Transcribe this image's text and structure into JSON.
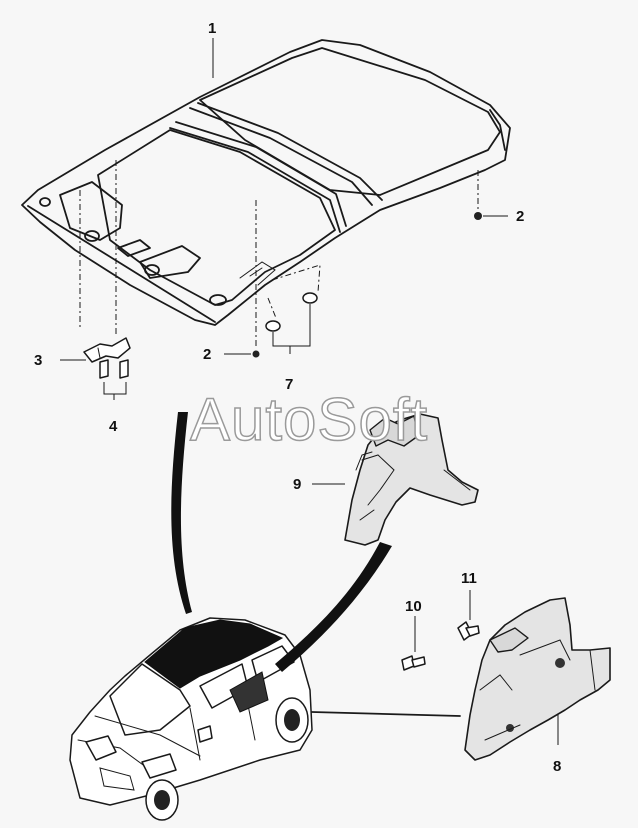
{
  "watermark": "AutoSoft",
  "callouts": [
    {
      "id": "c1",
      "label": "1"
    },
    {
      "id": "c2a",
      "label": "2"
    },
    {
      "id": "c2b",
      "label": "2"
    },
    {
      "id": "c3",
      "label": "3"
    },
    {
      "id": "c4",
      "label": "4"
    },
    {
      "id": "c7",
      "label": "7"
    },
    {
      "id": "c8",
      "label": "8"
    },
    {
      "id": "c9",
      "label": "9"
    },
    {
      "id": "c10",
      "label": "10"
    },
    {
      "id": "c11",
      "label": "11"
    }
  ],
  "colors": {
    "ink": "#1a1a1a",
    "panel_fill": "#e4e4e4",
    "background": "#f7f7f7",
    "watermark_stroke": "#9a9a9a"
  },
  "icons": [
    "headliner",
    "clip",
    "garnish-clip",
    "car",
    "trim-panel",
    "screw",
    "push-rivet"
  ]
}
